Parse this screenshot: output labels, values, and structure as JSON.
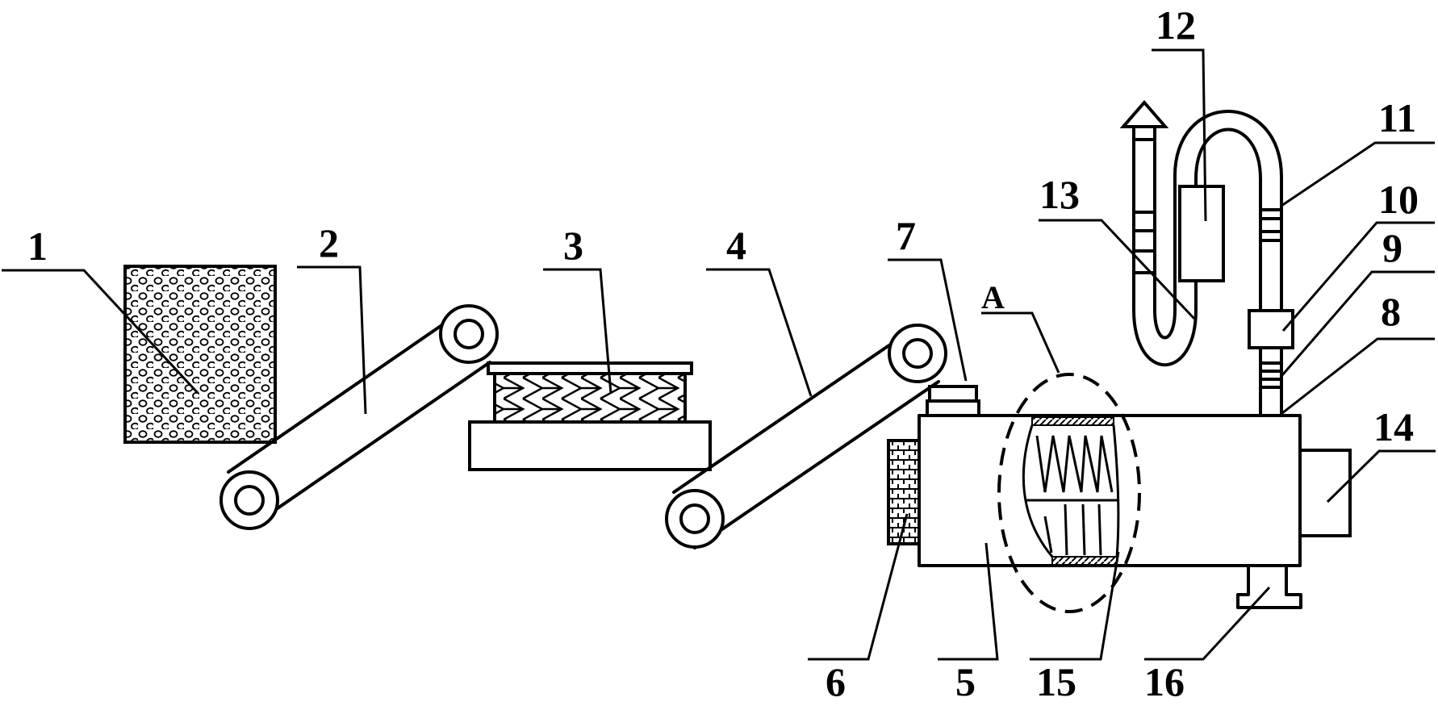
{
  "labels": {
    "l1": "1",
    "l2": "2",
    "l3": "3",
    "l4": "4",
    "l5": "5",
    "l6": "6",
    "l7": "7",
    "l8": "8",
    "l9": "9",
    "l10": "10",
    "l11": "11",
    "l12": "12",
    "l13": "13",
    "l14": "14",
    "l15": "15",
    "l16": "16",
    "lA": "A"
  }
}
